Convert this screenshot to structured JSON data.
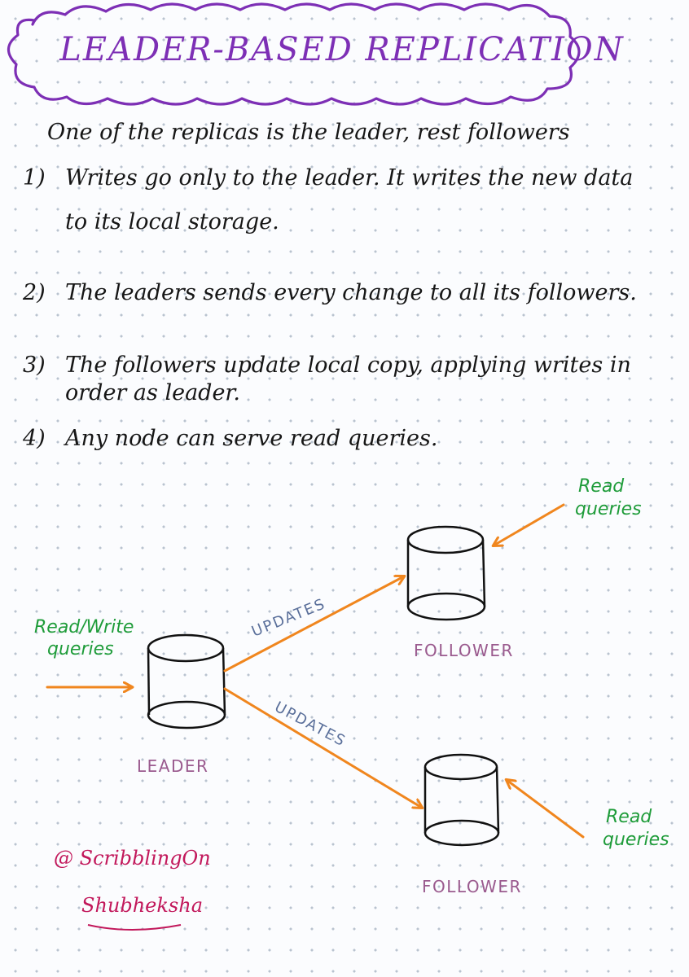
{
  "title": "LEADER-BASED REPLICATION",
  "intro": "One of the replicas is the leader, rest followers",
  "points": [
    {
      "num": "1)",
      "text": "Writes go only to the leader. It writes the new data to its local storage."
    },
    {
      "num": "2)",
      "text": "The leaders sends every change to all its followers."
    },
    {
      "num": "3)",
      "text": "The followers update local copy, applying writes in order as leader."
    },
    {
      "num": "4)",
      "text": "Any node can serve read queries."
    }
  ],
  "diagram": {
    "leader_label": "LEADER",
    "follower_top_label": "FOLLOWER",
    "follower_bottom_label": "FOLLOWER",
    "updates_top": "UPDATES",
    "updates_bottom": "UPDATES",
    "rw_queries": [
      "Read/Write",
      "queries"
    ],
    "read_queries_top": [
      "Read",
      "queries"
    ],
    "read_queries_bottom": [
      "Read",
      "queries"
    ]
  },
  "credit": [
    "@ ScribblingOn",
    "Shubheksha"
  ],
  "colors": {
    "title": "#7d2fb5",
    "arrow": "#f0861e",
    "green": "#1f9c3a",
    "purple": "#9a5a8e",
    "blue": "#5a6f9a",
    "credit": "#c2185b"
  }
}
